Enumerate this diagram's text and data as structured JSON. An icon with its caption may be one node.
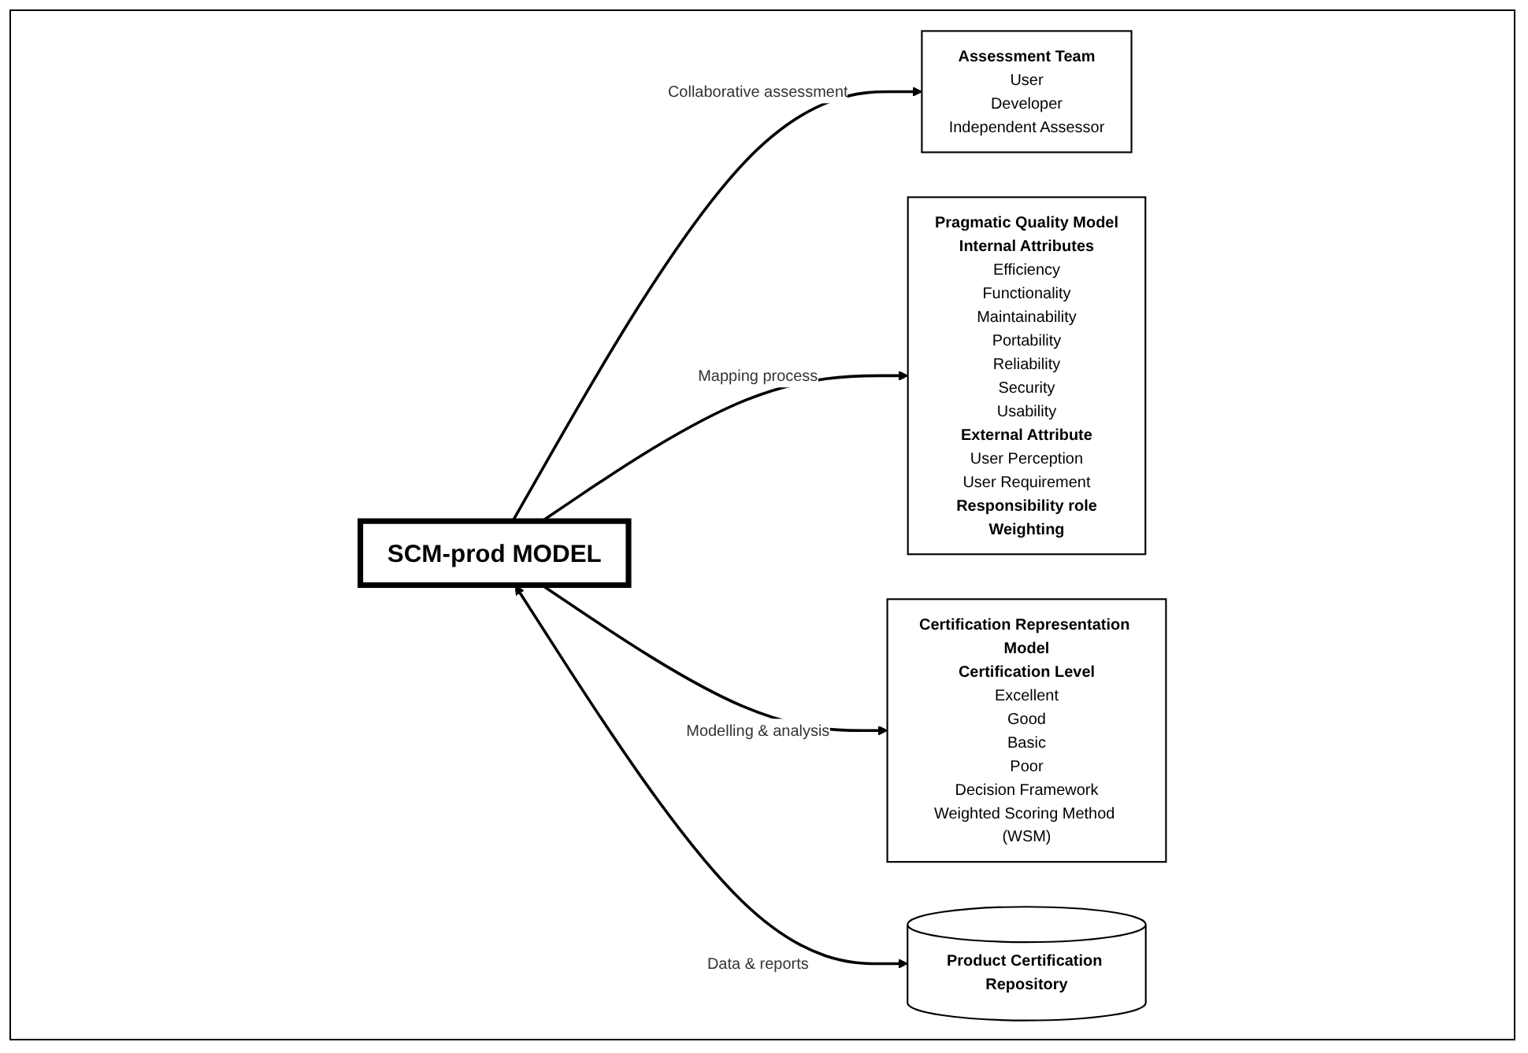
{
  "diagram": {
    "nodes": [
      {
        "text": [
          "Assessment Team",
          "User",
          "Developer",
          "Independent Assessor"
        ]
      },
      {
        "text": [
          "Pragmatic Quality Model",
          "Internal Attributes",
          "Efficiency",
          "Functionality",
          "Maintainability",
          "Portability",
          "Reliability",
          "Security",
          "Usability",
          "External Attribute",
          "User Perception",
          "User Requirement",
          "Responsibility role",
          "Weighting"
        ]
      },
      {
        "text": [
          "SCM-prod MODEL"
        ]
      },
      {
        "text": [
          "Certification Representation Model",
          "Certification Level",
          "Excellent",
          "Good",
          "Basic",
          "Poor",
          "Decision Framework",
          "Weighted Scoring Method (WSM)"
        ]
      },
      {
        "text": [
          "Product Certification Repository"
        ]
      }
    ],
    "edges": [
      {
        "from": 2,
        "to": 0,
        "arrow": "to",
        "label": "Collaborative assessment"
      },
      {
        "from": 2,
        "to": 1,
        "arrow": "to",
        "label": "Mapping process"
      },
      {
        "from": 2,
        "to": 3,
        "arrow": "to",
        "label": "Modelling & analysis"
      },
      {
        "from": 2,
        "to": 4,
        "arrow": "both",
        "label": "Data & reports"
      }
    ]
  }
}
